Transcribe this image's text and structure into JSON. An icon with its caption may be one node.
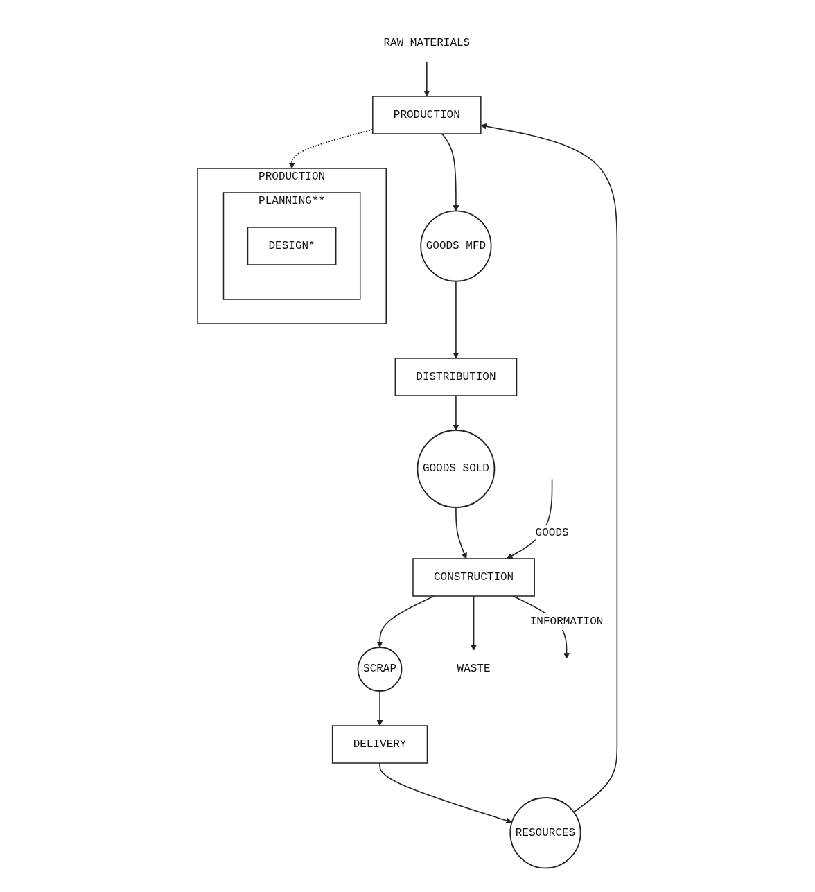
{
  "diagram": {
    "nodes": [
      {
        "text": [
          "PRODUCTION"
        ]
      },
      {
        "text": [
          "PLANNING**"
        ],
        "in": 0
      },
      {
        "text": [
          "DESIGN*"
        ],
        "in": 1
      },
      {
        "text": [
          "PRODUCTION"
        ]
      },
      {
        "text": [
          "RAW MATERIALS"
        ]
      },
      {
        "text": [
          "GOODS MFD"
        ]
      },
      {
        "text": [
          "DISTRIBUTION"
        ]
      },
      {
        "text": [
          "GOODS SOLD"
        ]
      },
      {
        "text": [
          "CONSTRUCTION"
        ]
      },
      {
        "text": [
          "SCRAP"
        ]
      },
      {
        "text": [
          "DELIVERY"
        ]
      },
      {
        "text": [
          "RESOURCES"
        ]
      },
      {
        "text": [
          "WASTE"
        ]
      }
    ],
    "edges": [
      {
        "from": 3,
        "to": 0,
        "arrow": "to",
        "style": "dashed"
      },
      {
        "from": 4,
        "to": 3,
        "arrow": "to"
      },
      {
        "from": 3,
        "to": 5,
        "arrow": "to"
      },
      {
        "from": 5,
        "to": 6,
        "arrow": "to"
      },
      {
        "from": 6,
        "to": 7,
        "arrow": "to"
      },
      {
        "from": 7,
        "to": 8,
        "arrow": "to"
      },
      {
        "from": null,
        "to": 8,
        "arrow": "to",
        "label": "GOODS"
      },
      {
        "from": 8,
        "to": null,
        "arrow": "to",
        "label": "INFORMATION"
      },
      {
        "from": 8,
        "to": 9,
        "arrow": "to"
      },
      {
        "from": 8,
        "to": 12,
        "arrow": "to"
      },
      {
        "from": 9,
        "to": 10,
        "arrow": "to"
      },
      {
        "from": 10,
        "to": 11,
        "arrow": "to"
      },
      {
        "from": 11,
        "to": 3,
        "arrow": "to"
      }
    ]
  }
}
